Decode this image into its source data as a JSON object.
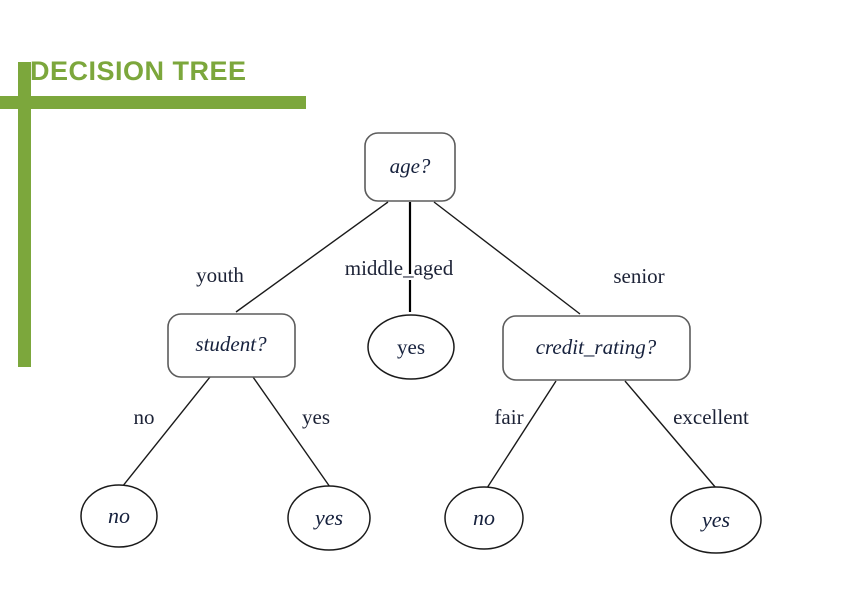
{
  "slide": {
    "title": "DECISION TREE",
    "accent_color": "#7CA73C",
    "background_color": "#FFFFFF"
  },
  "diagram": {
    "type": "decision-tree",
    "root": {
      "id": "age",
      "shape": "rounded-rect",
      "label": "age?"
    },
    "level1_edge_labels": [
      {
        "id": "youth",
        "label": "youth"
      },
      {
        "id": "middle_aged",
        "label": "middle_aged"
      },
      {
        "id": "senior",
        "label": "senior"
      }
    ],
    "level1_nodes": [
      {
        "id": "student",
        "shape": "rounded-rect",
        "label": "student?"
      },
      {
        "id": "yes_middle",
        "shape": "ellipse",
        "label": "yes"
      },
      {
        "id": "credit_rating",
        "shape": "rounded-rect",
        "label": "credit_rating?"
      }
    ],
    "level2_edge_labels": [
      {
        "id": "student_no",
        "label": "no"
      },
      {
        "id": "student_yes",
        "label": "yes"
      },
      {
        "id": "credit_fair",
        "label": "fair"
      },
      {
        "id": "credit_excellent",
        "label": "excellent"
      }
    ],
    "leaves": [
      {
        "id": "leaf_no_left",
        "shape": "ellipse",
        "label": "no"
      },
      {
        "id": "leaf_yes_left",
        "shape": "ellipse",
        "label": "yes"
      },
      {
        "id": "leaf_no_right",
        "shape": "ellipse",
        "label": "no"
      },
      {
        "id": "leaf_yes_right",
        "shape": "ellipse",
        "label": "yes"
      }
    ]
  }
}
